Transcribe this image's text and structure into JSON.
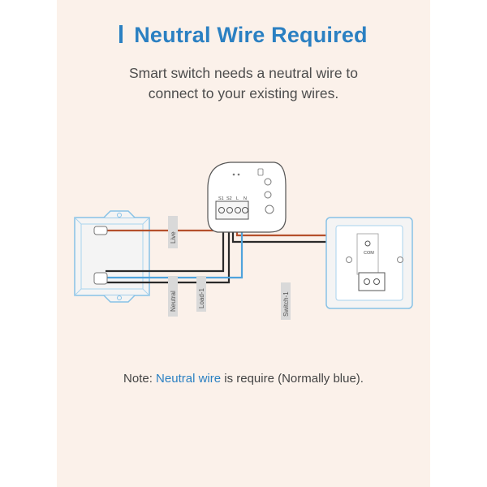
{
  "title": "Neutral Wire Required",
  "subtitle_lines": [
    "Smart switch needs a neutral wire to",
    "connect to your existing wires."
  ],
  "note": {
    "prefix": "Note: ",
    "highlight": "Neutral wire",
    "suffix": " is require (Normally blue)."
  },
  "diagram": {
    "wire_labels": {
      "live": "Live",
      "neutral": "Neutral",
      "load": "Load-1",
      "switch": "Switch-1"
    },
    "terminal_labels": [
      "S1",
      "S2",
      "L",
      "N"
    ],
    "switch_terminal_label": "COM"
  },
  "colors": {
    "accent": "#2b80c2",
    "background": "#fbf1ea",
    "live_wire": "#b5502c",
    "neutral_wire": "#4fa3dc",
    "black_wire": "#2a2a2a",
    "label_tag": "#d9d9d9"
  }
}
